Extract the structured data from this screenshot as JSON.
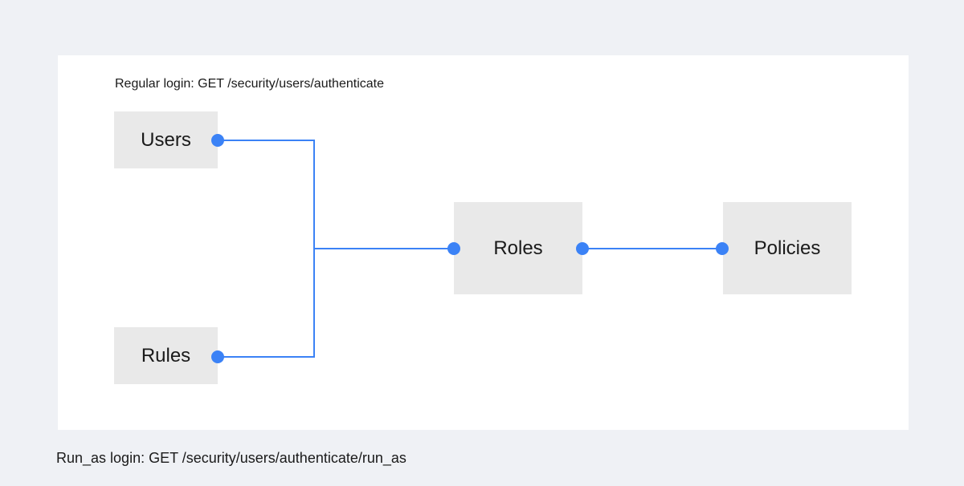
{
  "diagram": {
    "top_caption": "Regular login: GET /security/users/authenticate",
    "bottom_caption": "Run_as login: GET /security/users/authenticate/run_as",
    "nodes": {
      "users": "Users",
      "rules": "Rules",
      "roles": "Roles",
      "policies": "Policies"
    },
    "edges": [
      {
        "from": "Users",
        "to": "Roles"
      },
      {
        "from": "Rules",
        "to": "Roles"
      },
      {
        "from": "Roles",
        "to": "Policies"
      }
    ],
    "colors": {
      "connector": "#3b82f6",
      "node_fill": "#e9e9e9",
      "panel": "#ffffff",
      "background": "#eff1f5"
    }
  }
}
